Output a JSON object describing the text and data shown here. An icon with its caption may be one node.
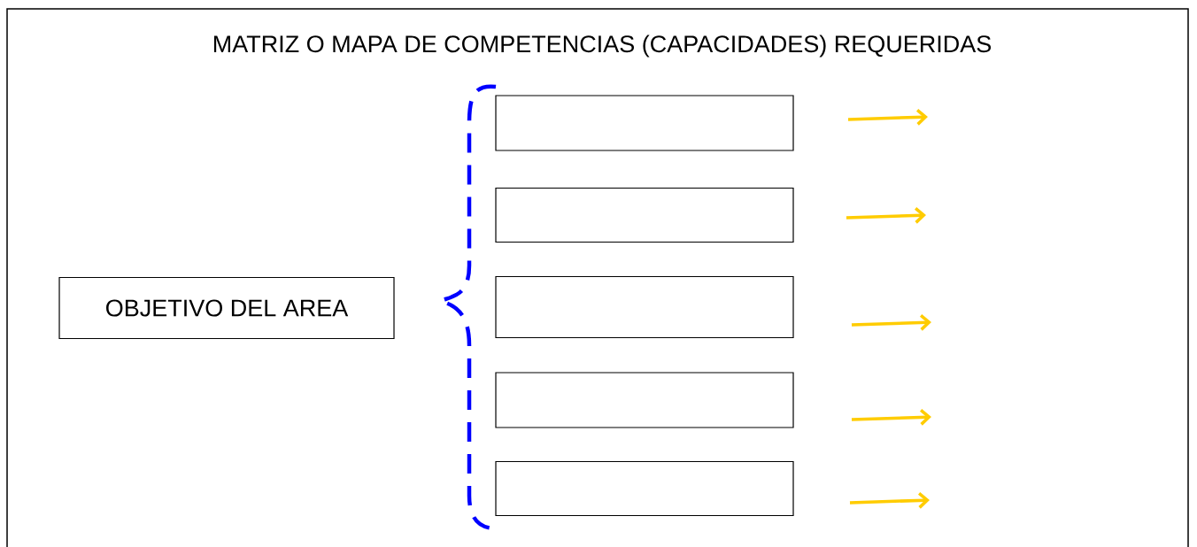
{
  "diagram": {
    "title": "MATRIZ O MAPA DE  COMPETENCIAS (CAPACIDADES) REQUERIDAS",
    "nodes": [
      {
        "text": [
          "OBJETIVO DEL AREA"
        ]
      },
      {
        "text": [],
        "shape": "box"
      },
      {
        "text": [],
        "shape": "box"
      },
      {
        "text": [],
        "shape": "box"
      },
      {
        "text": [],
        "shape": "box"
      },
      {
        "text": [],
        "shape": "box"
      }
    ]
  }
}
